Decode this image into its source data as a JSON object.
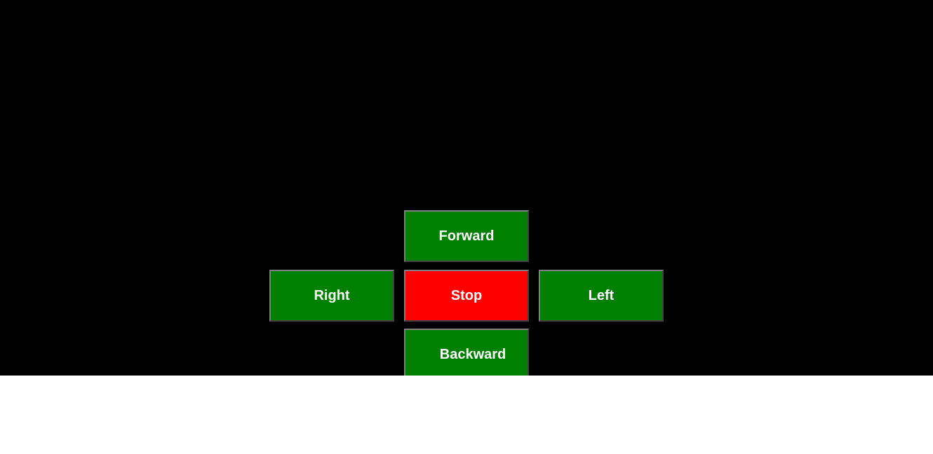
{
  "controls": {
    "forward_label": "Forward",
    "right_label": "Right",
    "stop_label": "Stop",
    "left_label": "Left",
    "backward_label": "Backward"
  },
  "colors": {
    "stage_background": "#000000",
    "page_background": "#ffffff",
    "move_button": "#008000",
    "stop_button": "#ff0000",
    "label_text": "#ffffff"
  }
}
